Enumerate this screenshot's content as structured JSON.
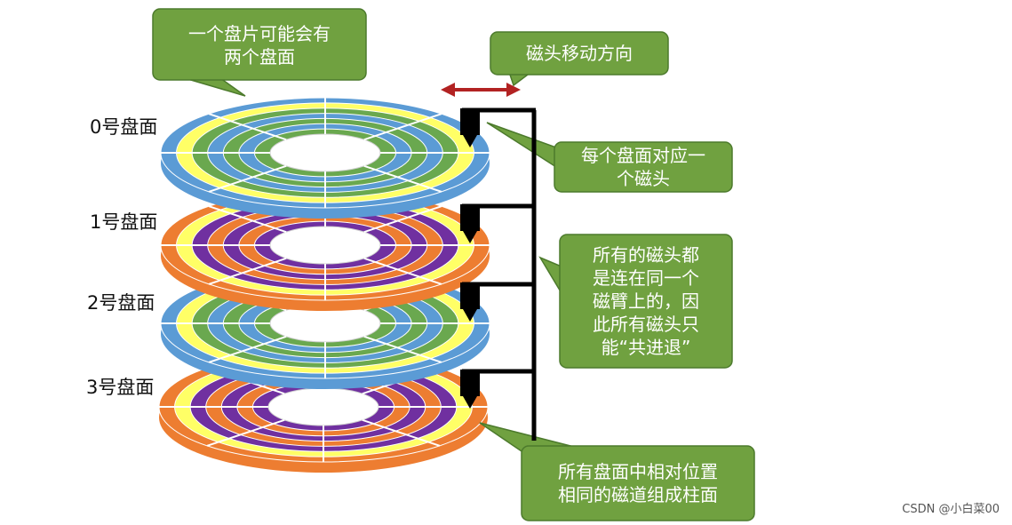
{
  "platters": [
    {
      "label": "0号盘面",
      "palette": "blue"
    },
    {
      "label": "1号盘面",
      "palette": "orange"
    },
    {
      "label": "2号盘面",
      "palette": "blue"
    },
    {
      "label": "3号盘面",
      "palette": "orange"
    }
  ],
  "callouts": {
    "two_surfaces": [
      "一个盘片可能会有",
      "两个盘面"
    ],
    "head_direction": "磁头移动方向",
    "head_per_surface": [
      "每个盘面对应一",
      "个磁头"
    ],
    "shared_arm": [
      "所有的磁头都",
      "是连在同一个",
      "磁臂上的，因",
      "此所有磁头只",
      "能“共进退”"
    ],
    "cylinder": [
      "所有盘面中相对位置",
      "相同的磁道组成柱面"
    ]
  },
  "watermark": "CSDN @小白菜00",
  "colors": {
    "callout_fill": "#70a140",
    "callout_stroke": "#4c7a2c",
    "arrow": "#b22222",
    "arm": "#000000",
    "blue_palette": [
      "#5b9bd5",
      "#ffff66",
      "#6aa84f",
      "#5b9bd5",
      "#6aa84f",
      "#5b9bd5",
      "#6aa84f"
    ],
    "orange_palette": [
      "#ed7d31",
      "#ffff66",
      "#7030a0",
      "#ed7d31",
      "#7030a0",
      "#ed7d31",
      "#7030a0"
    ]
  }
}
